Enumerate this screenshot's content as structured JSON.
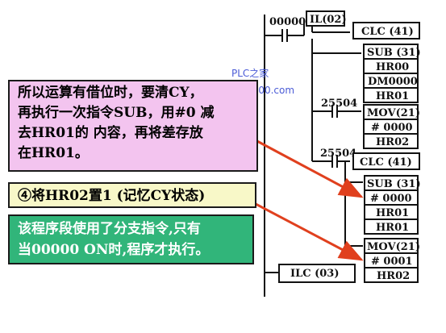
{
  "note1": {
    "lines": [
      "所以运算有借位时，要清CY，",
      "再执行一次指令SUB，用#0 减",
      "去HR01的 内容，再将差存放",
      "在HR01。"
    ]
  },
  "note2": {
    "text": "④将HR02置1 (记忆CY状态)"
  },
  "note3": {
    "lines": [
      "该程序段使用了分支指令,只有",
      "当00000 ON时,程序才执行。"
    ]
  },
  "watermark": {
    "line1": "PLC之家",
    "line2": "www.plc100.com"
  },
  "ladder": {
    "contact1": "00000",
    "il": "IL(02)",
    "clc1": "CLC (41)",
    "sub1": [
      "SUB (31)",
      "HR00",
      "DM0000",
      "HR01"
    ],
    "contact2": "25504",
    "mov1": [
      "MOV(21)",
      "# 0000",
      "HR02"
    ],
    "contact3": "25504",
    "clc2": "CLC (41)",
    "sub2": [
      "SUB (31)",
      "# 0000",
      "HR01",
      "HR01"
    ],
    "mov2": [
      "MOV(21)",
      "# 0001",
      "HR02"
    ],
    "ilc": "ILC (03)"
  },
  "colors": {
    "note1_bg": "#f3c4ef",
    "note2_bg": "#f8f8c8",
    "note3_bg": "#31b57a",
    "arrow": "#e0401e",
    "watermark": "#4a5bd6"
  }
}
